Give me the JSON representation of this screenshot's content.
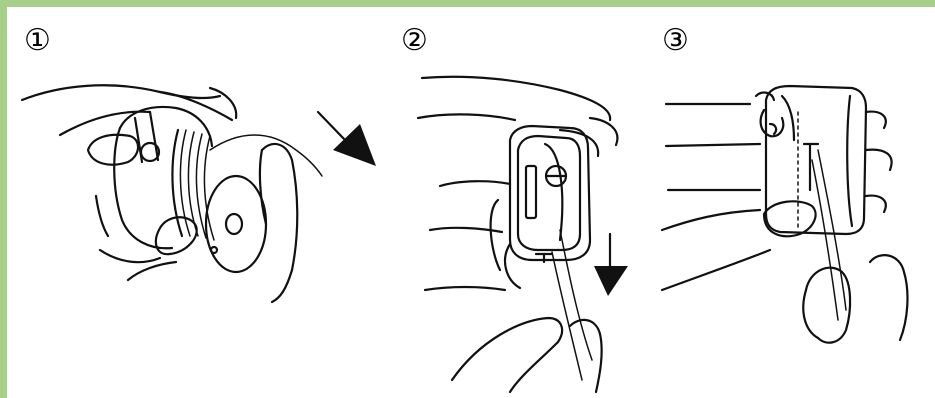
{
  "colors": {
    "border": "#a6d08a",
    "ink": "#111111",
    "background": "#ffffff"
  },
  "steps": [
    {
      "number": "①",
      "arrow_direction": "down-right"
    },
    {
      "number": "②",
      "arrow_direction": "down"
    },
    {
      "number": "③",
      "arrow_direction": "none"
    }
  ]
}
